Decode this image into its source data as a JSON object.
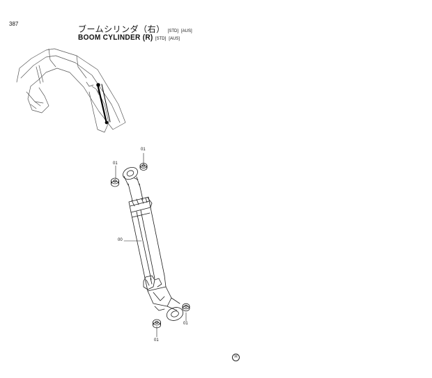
{
  "page_number": "387",
  "title": {
    "japanese": "ブームシリンダ（右）",
    "english": "BOOM CYLINDER (R)",
    "tags": [
      "[STD]",
      "[AUS]"
    ]
  },
  "callouts": {
    "top_right": "01",
    "top_left": "01",
    "body": "00",
    "bottom_right": "01",
    "bottom_left": "01"
  },
  "footer_mark": "H"
}
